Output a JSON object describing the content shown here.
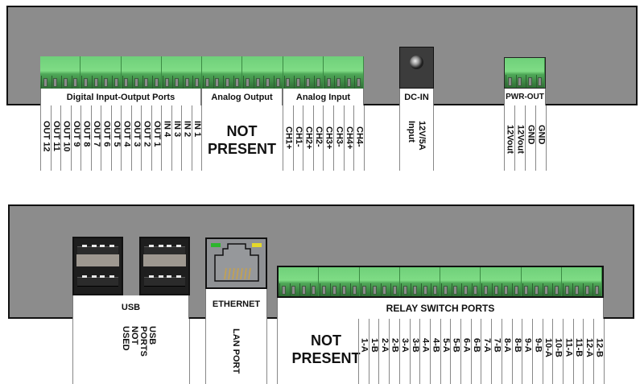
{
  "top_panel": {
    "terminal_groups": {
      "digital_io": "Digital Input-Output Ports",
      "analog_output": "Analog Output",
      "analog_input": "Analog Input"
    },
    "digital_pins": [
      "OUT 12",
      "OUT 11",
      "OUT 10",
      "OUT 9",
      "OUT 8",
      "OUT 7",
      "OUT 6",
      "OUT 5",
      "OUT 4",
      "OUT 3",
      "OUT 2",
      "OUT 1",
      "IN 4",
      "IN 3",
      "IN 2",
      "IN 1"
    ],
    "analog_output_status": "NOT PRESENT",
    "analog_input_pins": [
      "CH1+",
      "CH1-",
      "CH2+",
      "CH2-",
      "CH3+",
      "CH3-",
      "CH4+",
      "CH4-"
    ],
    "dc_in": {
      "label": "DC-IN",
      "desc_line1": "12V/5A",
      "desc_line2": "Input"
    },
    "pwr_out": {
      "label": "PWR-OUT",
      "pins": [
        "12Vout",
        "12Vout",
        "GND",
        "GND"
      ]
    }
  },
  "bottom_panel": {
    "usb": {
      "label": "USB",
      "desc": [
        "USB",
        "PORTS",
        "NOT",
        "USED"
      ]
    },
    "ethernet": {
      "label": "ETHERNET",
      "desc": "LAN PORT",
      "led_left": "#2db52d",
      "led_right": "#e5d82a"
    },
    "relay": {
      "label": "RELAY SWITCH PORTS",
      "status": "NOT PRESENT",
      "pins": [
        "1-A",
        "1-B",
        "2-A",
        "2-B",
        "3-A",
        "3-B",
        "4-A",
        "4-B",
        "5-A",
        "5-B",
        "6-A",
        "6-B",
        "7-A",
        "7-B",
        "8-A",
        "8-B",
        "9-A",
        "9-B",
        "10-A",
        "10-B",
        "11-A",
        "11-B",
        "12-A",
        "12-B"
      ]
    }
  },
  "colors": {
    "panel": "#8c8c8c",
    "terminal_green": "#7fdc85"
  }
}
